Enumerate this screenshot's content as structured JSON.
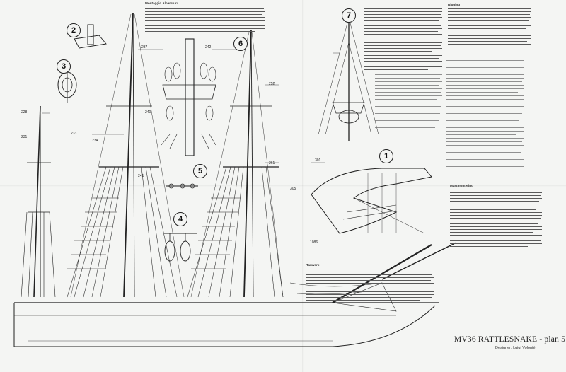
{
  "plan": {
    "title": "MV36 RATTLESNAKE - plan 5",
    "designer": "Designer: Luigi Volonté"
  },
  "detail_labels": [
    "1",
    "2",
    "3",
    "4",
    "5",
    "6",
    "7"
  ],
  "text_blocks": {
    "upper_left_header": "Montaggio Alberatura",
    "upper_right_header": "Rigging",
    "middle_right_header": "Mastmontering",
    "lower_header": "Tauwerk"
  },
  "part_numbers_visible": [
    "228",
    "231",
    "233",
    "234",
    "237",
    "240",
    "241",
    "242",
    "252",
    "261",
    "301",
    "305",
    "1086"
  ]
}
